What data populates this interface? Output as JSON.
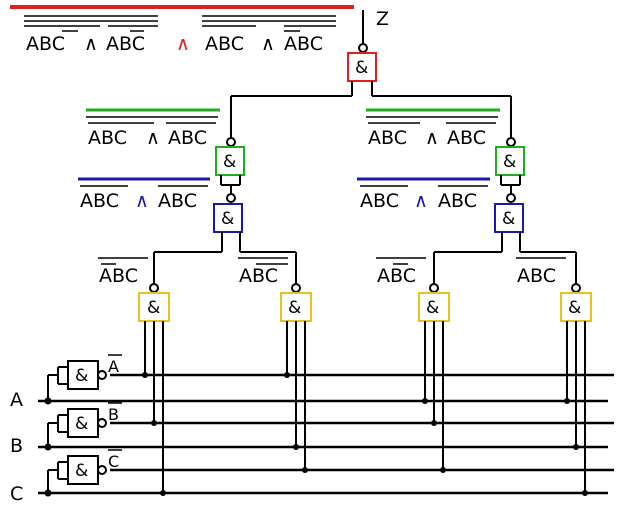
{
  "output_label": "Z",
  "input_labels": {
    "a": "A",
    "b": "B",
    "c": "C"
  },
  "inverter_outputs": {
    "a": "A",
    "b": "B",
    "c": "C"
  },
  "and_symbol": "&",
  "wedge": "∧",
  "minterms": {
    "m1": "ABC",
    "m2": "ABC",
    "m3": "ABC",
    "m4": "ABC"
  },
  "colors": {
    "red": "#e02020",
    "green": "#22aa22",
    "blue": "#1a1aaa",
    "yellow": "#e8c020",
    "wire": "#000000"
  }
}
